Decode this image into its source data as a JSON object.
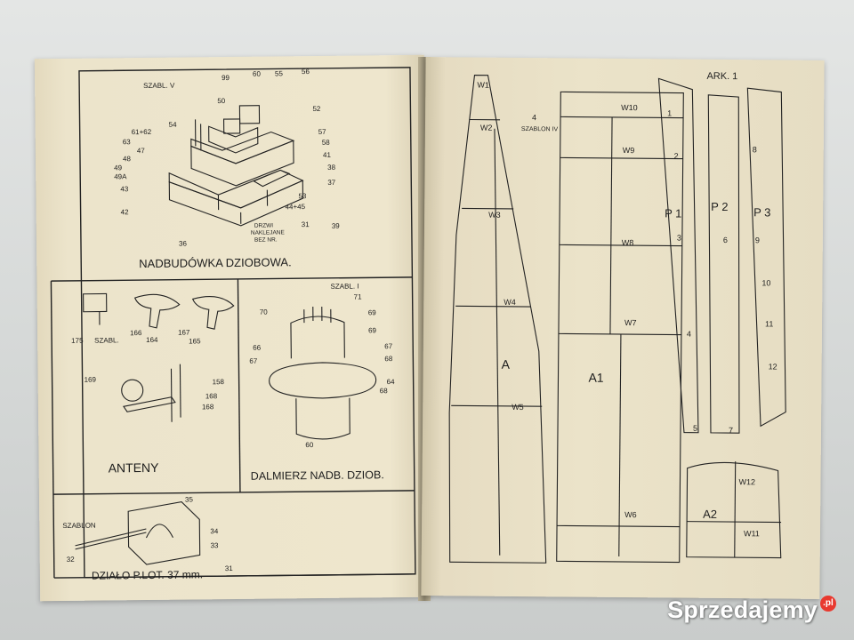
{
  "left_page": {
    "top_labels": {
      "szablon_v": "SZABL. V",
      "n99": "99",
      "n60": "60",
      "n55": "55",
      "n56": "56",
      "n50": "50",
      "n52": "52",
      "n57": "57",
      "n58": "58",
      "n41": "41",
      "n38": "38",
      "n37": "37",
      "n54": "54",
      "n6162": "61+62",
      "n63": "63",
      "n47": "47",
      "n48": "48",
      "n49": "49",
      "n49a": "49A",
      "n43": "43",
      "n42": "42",
      "n53": "53",
      "n4445": "44+45",
      "n31": "31",
      "n39": "39",
      "n36": "36",
      "drzwi": "DRZWI",
      "naklejane": "NAKLEJANE",
      "bez_nr": "BEZ NR."
    },
    "title_nadbudowka": "NADBUDÓWKA DZIOBOWA.",
    "anteny": {
      "title": "ANTENY",
      "labels": {
        "n175": "175",
        "szabl": "SZABL.",
        "n166": "166",
        "n164": "164",
        "n167": "167",
        "n165": "165",
        "n169": "169",
        "n158": "158",
        "n168a": "168",
        "n168b": "168"
      }
    },
    "dalmierz": {
      "title": "DALMIERZ NADB. DZIOB.",
      "labels": {
        "szabl_i": "SZABL. I",
        "n71": "71",
        "n70": "70",
        "n69a": "69",
        "n69b": "69",
        "n66": "66",
        "n67a": "67",
        "n67b": "67",
        "n68a": "68",
        "n68b": "68",
        "n64": "64",
        "n60": "60"
      }
    },
    "dzialo": {
      "title": "DZIAŁO P.LOT. 37 mm.",
      "labels": {
        "n35": "35",
        "szablon": "SZABLON",
        "n34": "34",
        "n33": "33",
        "n32": "32",
        "n31": "31"
      }
    }
  },
  "right_page": {
    "ark": "ARK. 1",
    "labels": {
      "w1": "W1",
      "w2": "W2",
      "w3": "W3",
      "w4": "W4",
      "w5": "W5",
      "a": "A",
      "szablon_iv": "SZABLON IV",
      "n4": "4",
      "w10": "W10",
      "w9": "W9",
      "w8": "W8",
      "w7": "W7",
      "w6": "W6",
      "a1": "A1",
      "p1": "P 1",
      "p2": "P 2",
      "p3": "P 3",
      "s1": "1",
      "s2": "2",
      "s3": "3",
      "s4": "4",
      "s5": "5",
      "s6": "6",
      "s7": "7",
      "s8": "8",
      "s9": "9",
      "s10": "10",
      "s11": "11",
      "s12": "12",
      "w12": "W12",
      "w11": "W11",
      "a2": "A2"
    }
  },
  "watermark": {
    "text": "Sprzedajemy",
    "badge": ".pl"
  }
}
